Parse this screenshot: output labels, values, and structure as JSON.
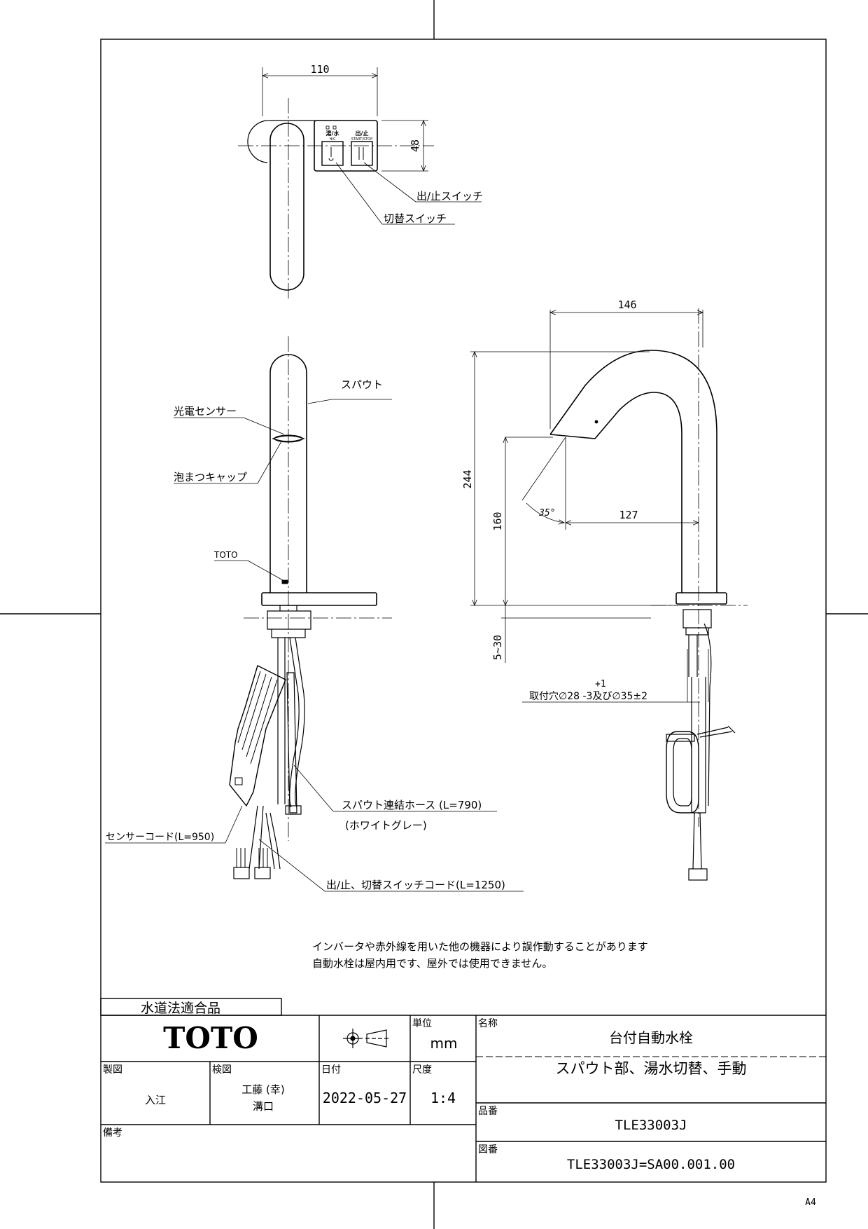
{
  "dimensions": {
    "top_width": "110",
    "top_height": "48",
    "side_width": "146",
    "total_height": "244",
    "spout_height": "160",
    "reach": "127",
    "angle": "35°",
    "counter_thickness": "5~30",
    "hole_tol_plus": "+1",
    "hole_spec": "取付穴∅28 -3及び∅35±2"
  },
  "switch_panel": {
    "left_label": "湯/水",
    "left_sub": "H/C",
    "right_label": "出/止",
    "right_sub": "START/STOP"
  },
  "callouts": {
    "stop_switch": "出/止スイッチ",
    "change_switch": "切替スイッチ",
    "spout": "スパウト",
    "sensor": "光電センサー",
    "aerator": "泡まつキャップ",
    "toto_mark": "TOTO",
    "hose": "スパウト連結ホース (L=790)",
    "hose_color": "(ホワイトグレー)",
    "sensor_cord": "センサーコード(L=950)",
    "switch_cord": "出/止、切替スイッチコード(L=1250)"
  },
  "notes": [
    "インバータや赤外線を用いた他の機器により誤作動することがあります",
    "自動水栓は屋内用です、屋外では使用できません。"
  ],
  "title_block": {
    "compliance": "水道法適合品",
    "logo": "TOTO",
    "unit_label": "単位",
    "unit": "mm",
    "name_label": "名称",
    "name_line1": "台付自動水栓",
    "name_line2": "スパウト部、湯水切替、手動",
    "drawn_label": "製図",
    "drawn_by": "入江",
    "checked_label": "検図",
    "checked_by_1": "工藤 (幸)",
    "checked_by_2": "溝口",
    "date_label": "日付",
    "date": "2022-05-27",
    "scale_label": "尺度",
    "scale": "1:4",
    "part_no_label": "品番",
    "part_no": "TLE33003J",
    "remarks_label": "備考",
    "drawing_no_label": "図番",
    "drawing_no": "TLE33003J=SA00.001.00"
  },
  "paper_size": "A4"
}
